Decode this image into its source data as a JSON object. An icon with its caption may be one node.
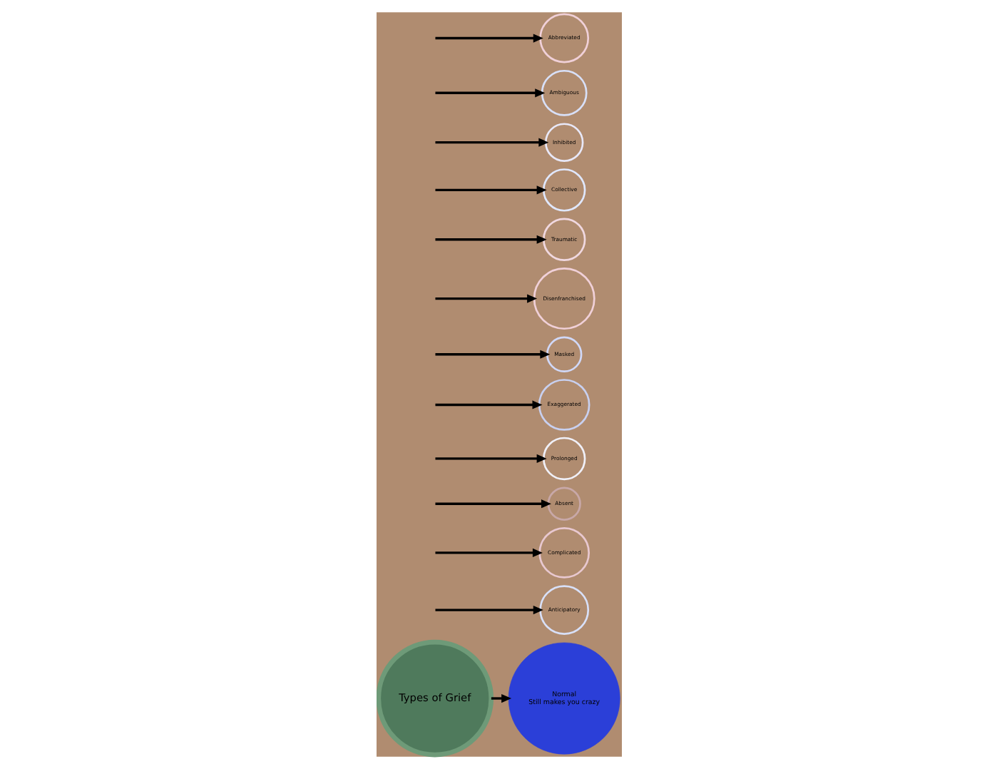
{
  "diagram": {
    "nodes": [
      {
        "text": [
          "Types of Grief"
        ]
      },
      {
        "text": [
          "Normal",
          "Still makes you crazy"
        ]
      },
      {
        "text": [
          "Anticipatory"
        ]
      },
      {
        "text": [
          "Complicated"
        ]
      },
      {
        "text": [
          "Absent"
        ]
      },
      {
        "text": [
          "Prolonged"
        ]
      },
      {
        "text": [
          "Exaggerated"
        ]
      },
      {
        "text": [
          "Masked"
        ]
      },
      {
        "text": [
          "Disenfranchised"
        ]
      },
      {
        "text": [
          "Traumatic"
        ]
      },
      {
        "text": [
          "Collective"
        ]
      },
      {
        "text": [
          "Inhibited"
        ]
      },
      {
        "text": [
          "Ambiguous"
        ]
      },
      {
        "text": [
          "Abbreviated"
        ]
      }
    ],
    "edges": [
      {
        "from": 0,
        "to": 1,
        "arrow": "to"
      },
      {
        "from": null,
        "to": 2,
        "arrow": "to"
      },
      {
        "from": null,
        "to": 3,
        "arrow": "to"
      },
      {
        "from": null,
        "to": 4,
        "arrow": "to"
      },
      {
        "from": null,
        "to": 5,
        "arrow": "to"
      },
      {
        "from": null,
        "to": 6,
        "arrow": "to"
      },
      {
        "from": null,
        "to": 7,
        "arrow": "to"
      },
      {
        "from": null,
        "to": 8,
        "arrow": "to"
      },
      {
        "from": null,
        "to": 9,
        "arrow": "to"
      },
      {
        "from": null,
        "to": 10,
        "arrow": "to"
      },
      {
        "from": null,
        "to": 11,
        "arrow": "to"
      },
      {
        "from": null,
        "to": 12,
        "arrow": "to"
      },
      {
        "from": null,
        "to": 13,
        "arrow": "to"
      }
    ]
  }
}
